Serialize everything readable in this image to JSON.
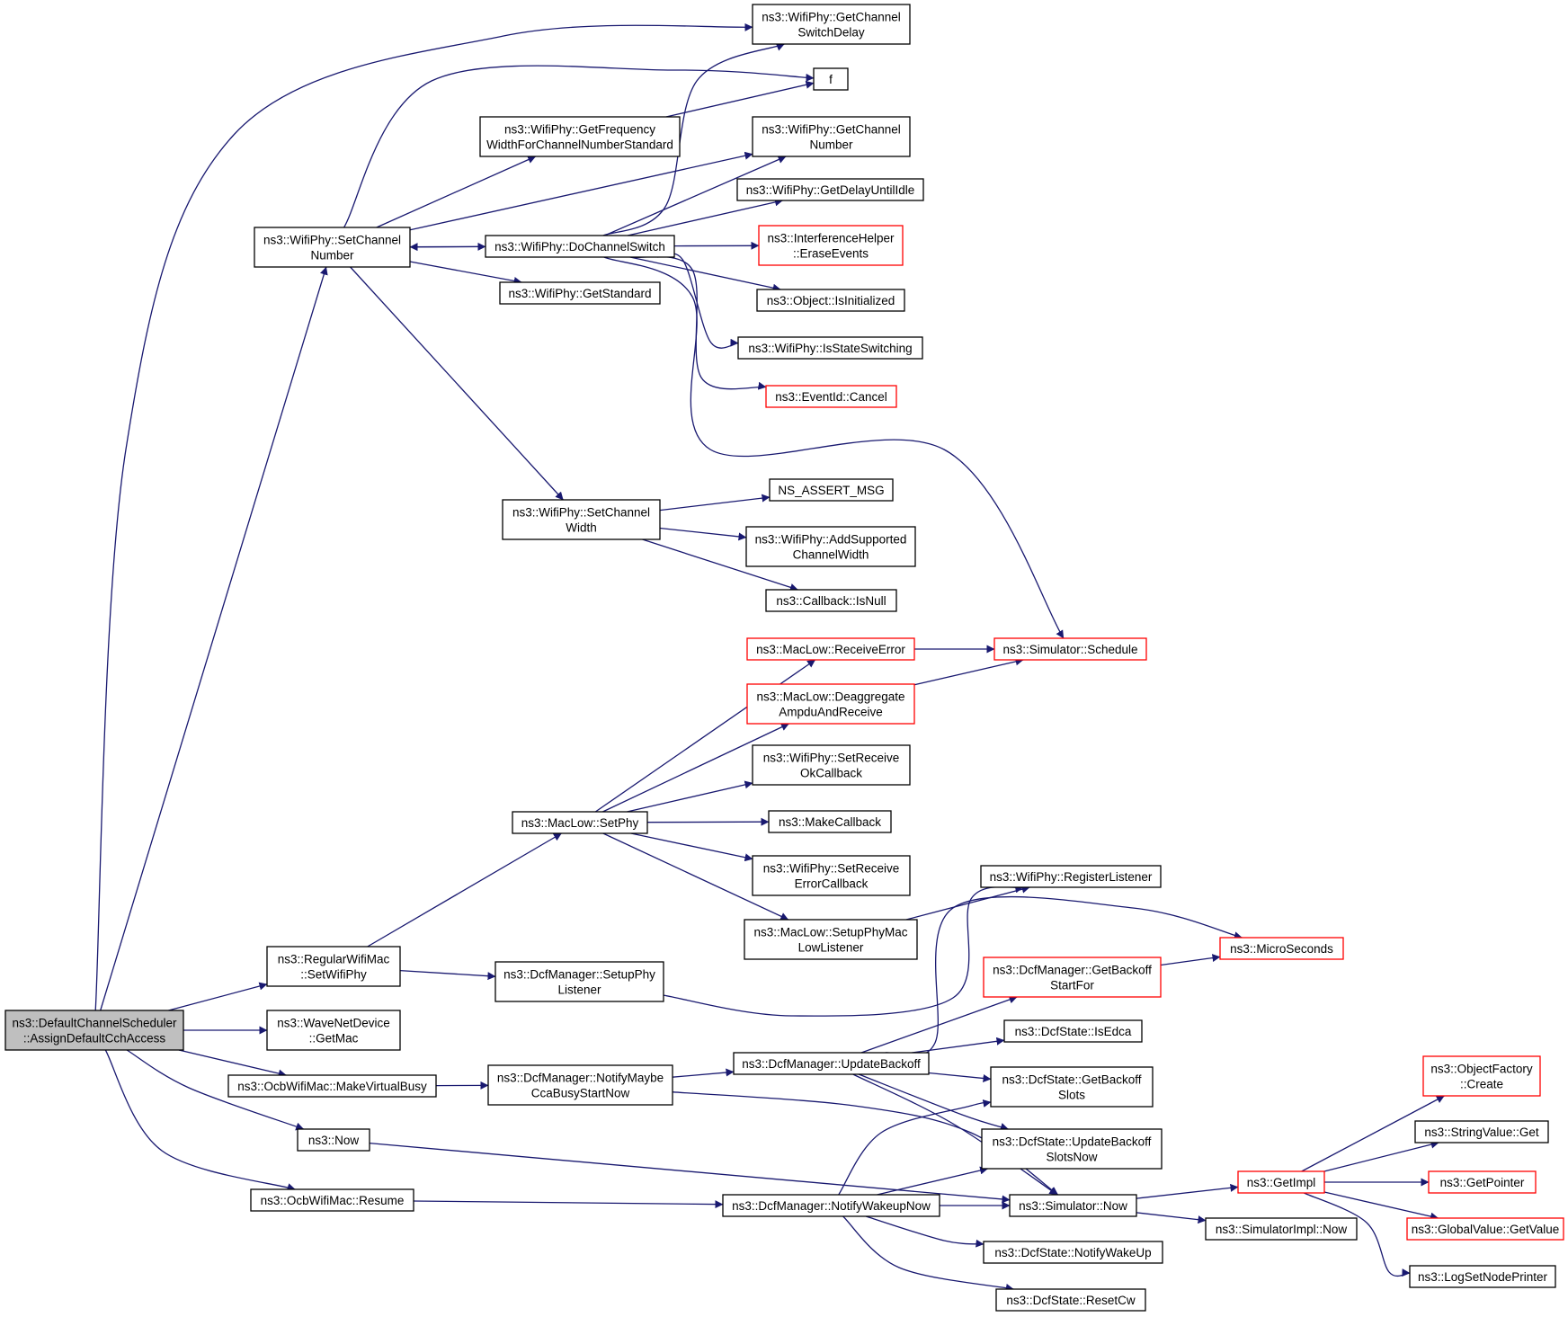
{
  "colors": {
    "edge": "#191970",
    "node_border": "#000000",
    "node_border_truncated": "#ff0000",
    "root_fill": "#bfbfbf",
    "node_fill": "#ffffff"
  },
  "nodes": [
    {
      "id": "root",
      "lines": [
        "ns3::DefaultChannelScheduler",
        "::AssignDefaultCchAccess"
      ],
      "root": true
    },
    {
      "id": "setChannelNumber",
      "lines": [
        "ns3::WifiPhy::SetChannel",
        "Number"
      ]
    },
    {
      "id": "regularSetWifiPhy",
      "lines": [
        "ns3::RegularWifiMac",
        "::SetWifiPhy"
      ]
    },
    {
      "id": "waveGetMac",
      "lines": [
        "ns3::WaveNetDevice",
        "::GetMac"
      ]
    },
    {
      "id": "makeVirtualBusy",
      "lines": [
        "ns3::OcbWifiMac::MakeVirtualBusy"
      ]
    },
    {
      "id": "now",
      "lines": [
        "ns3::Now"
      ]
    },
    {
      "id": "resume",
      "lines": [
        "ns3::OcbWifiMac::Resume"
      ]
    },
    {
      "id": "getFreqWidth",
      "lines": [
        "ns3::WifiPhy::GetFrequency",
        "WidthForChannelNumberStandard"
      ]
    },
    {
      "id": "doChannelSwitch",
      "lines": [
        "ns3::WifiPhy::DoChannelSwitch"
      ]
    },
    {
      "id": "getStandard",
      "lines": [
        "ns3::WifiPhy::GetStandard"
      ]
    },
    {
      "id": "setChannelWidth",
      "lines": [
        "ns3::WifiPhy::SetChannel",
        "Width"
      ]
    },
    {
      "id": "macSetPhy",
      "lines": [
        "ns3::MacLow::SetPhy"
      ]
    },
    {
      "id": "setupPhyListener",
      "lines": [
        "ns3::DcfManager::SetupPhy",
        "Listener"
      ]
    },
    {
      "id": "notifyMaybeCca",
      "lines": [
        "ns3::DcfManager::NotifyMaybe",
        "CcaBusyStartNow"
      ]
    },
    {
      "id": "notifyWakeupNow",
      "lines": [
        "ns3::DcfManager::NotifyWakeupNow"
      ]
    },
    {
      "id": "getChannelSwitchDelay",
      "lines": [
        "ns3::WifiPhy::GetChannel",
        "SwitchDelay"
      ]
    },
    {
      "id": "f",
      "lines": [
        "f"
      ]
    },
    {
      "id": "getChannelNumber",
      "lines": [
        "ns3::WifiPhy::GetChannel",
        "Number"
      ]
    },
    {
      "id": "getDelayUntilIdle",
      "lines": [
        "ns3::WifiPhy::GetDelayUntilIdle"
      ]
    },
    {
      "id": "eraseEvents",
      "lines": [
        "ns3::InterferenceHelper",
        "::EraseEvents"
      ],
      "truncated": true
    },
    {
      "id": "isInitialized",
      "lines": [
        "ns3::Object::IsInitialized"
      ]
    },
    {
      "id": "isStateSwitching",
      "lines": [
        "ns3::WifiPhy::IsStateSwitching"
      ]
    },
    {
      "id": "eventCancel",
      "lines": [
        "ns3::EventId::Cancel"
      ],
      "truncated": true
    },
    {
      "id": "nsAssertMsg",
      "lines": [
        "NS_ASSERT_MSG"
      ]
    },
    {
      "id": "addSupportedWidth",
      "lines": [
        "ns3::WifiPhy::AddSupported",
        "ChannelWidth"
      ]
    },
    {
      "id": "callbackIsNull",
      "lines": [
        "ns3::Callback::IsNull"
      ]
    },
    {
      "id": "receiveError",
      "lines": [
        "ns3::MacLow::ReceiveError"
      ],
      "truncated": true
    },
    {
      "id": "deaggregate",
      "lines": [
        "ns3::MacLow::Deaggregate",
        "AmpduAndReceive"
      ],
      "truncated": true
    },
    {
      "id": "setReceiveOk",
      "lines": [
        "ns3::WifiPhy::SetReceive",
        "OkCallback"
      ]
    },
    {
      "id": "makeCallback",
      "lines": [
        "ns3::MakeCallback"
      ]
    },
    {
      "id": "setReceiveError",
      "lines": [
        "ns3::WifiPhy::SetReceive",
        "ErrorCallback"
      ]
    },
    {
      "id": "setupPhyMacLow",
      "lines": [
        "ns3::MacLow::SetupPhyMac",
        "LowListener"
      ]
    },
    {
      "id": "updateBackoff",
      "lines": [
        "ns3::DcfManager::UpdateBackoff"
      ]
    },
    {
      "id": "simSchedule",
      "lines": [
        "ns3::Simulator::Schedule"
      ],
      "truncated": true
    },
    {
      "id": "registerListener",
      "lines": [
        "ns3::WifiPhy::RegisterListener"
      ]
    },
    {
      "id": "microSeconds",
      "lines": [
        "ns3::MicroSeconds"
      ],
      "truncated": true
    },
    {
      "id": "getBackoffStartFor",
      "lines": [
        "ns3::DcfManager::GetBackoff",
        "StartFor"
      ],
      "truncated": true
    },
    {
      "id": "isEdca",
      "lines": [
        "ns3::DcfState::IsEdca"
      ]
    },
    {
      "id": "getBackoffSlots",
      "lines": [
        "ns3::DcfState::GetBackoff",
        "Slots"
      ]
    },
    {
      "id": "updateBackoffSlotsNow",
      "lines": [
        "ns3::DcfState::UpdateBackoff",
        "SlotsNow"
      ]
    },
    {
      "id": "simNow",
      "lines": [
        "ns3::Simulator::Now"
      ]
    },
    {
      "id": "notifyWakeUp",
      "lines": [
        "ns3::DcfState::NotifyWakeUp"
      ]
    },
    {
      "id": "resetCw",
      "lines": [
        "ns3::DcfState::ResetCw"
      ]
    },
    {
      "id": "getImpl",
      "lines": [
        "ns3::GetImpl"
      ],
      "truncated": true
    },
    {
      "id": "simImplNow",
      "lines": [
        "ns3::SimulatorImpl::Now"
      ]
    },
    {
      "id": "objFactoryCreate",
      "lines": [
        "ns3::ObjectFactory",
        "::Create"
      ],
      "truncated": true
    },
    {
      "id": "stringValueGet",
      "lines": [
        "ns3::StringValue::Get"
      ]
    },
    {
      "id": "getPointer",
      "lines": [
        "ns3::GetPointer"
      ],
      "truncated": true
    },
    {
      "id": "globalValueGet",
      "lines": [
        "ns3::GlobalValue::GetValue"
      ],
      "truncated": true
    },
    {
      "id": "logSetNodePrinter",
      "lines": [
        "ns3::LogSetNodePrinter"
      ]
    }
  ],
  "edges": [
    [
      "root",
      "getChannelSwitchDelay"
    ],
    [
      "root",
      "setChannelNumber"
    ],
    [
      "root",
      "regularSetWifiPhy"
    ],
    [
      "root",
      "waveGetMac"
    ],
    [
      "root",
      "makeVirtualBusy"
    ],
    [
      "root",
      "now"
    ],
    [
      "root",
      "resume"
    ],
    [
      "setChannelNumber",
      "f"
    ],
    [
      "setChannelNumber",
      "getFreqWidth"
    ],
    [
      "setChannelNumber",
      "getChannelNumber"
    ],
    [
      "setChannelNumber",
      "doChannelSwitch"
    ],
    [
      "setChannelNumber",
      "getStandard"
    ],
    [
      "setChannelNumber",
      "setChannelWidth"
    ],
    [
      "doChannelSwitch",
      "setChannelNumber"
    ],
    [
      "getFreqWidth",
      "f"
    ],
    [
      "doChannelSwitch",
      "getChannelSwitchDelay"
    ],
    [
      "doChannelSwitch",
      "getChannelNumber"
    ],
    [
      "doChannelSwitch",
      "getDelayUntilIdle"
    ],
    [
      "doChannelSwitch",
      "eraseEvents"
    ],
    [
      "doChannelSwitch",
      "isInitialized"
    ],
    [
      "doChannelSwitch",
      "isStateSwitching"
    ],
    [
      "doChannelSwitch",
      "eventCancel"
    ],
    [
      "doChannelSwitch",
      "simSchedule"
    ],
    [
      "setChannelWidth",
      "nsAssertMsg"
    ],
    [
      "setChannelWidth",
      "addSupportedWidth"
    ],
    [
      "setChannelWidth",
      "callbackIsNull"
    ],
    [
      "regularSetWifiPhy",
      "macSetPhy"
    ],
    [
      "regularSetWifiPhy",
      "setupPhyListener"
    ],
    [
      "macSetPhy",
      "receiveError"
    ],
    [
      "macSetPhy",
      "deaggregate"
    ],
    [
      "macSetPhy",
      "setReceiveOk"
    ],
    [
      "macSetPhy",
      "makeCallback"
    ],
    [
      "macSetPhy",
      "setReceiveError"
    ],
    [
      "macSetPhy",
      "setupPhyMacLow"
    ],
    [
      "receiveError",
      "simSchedule"
    ],
    [
      "deaggregate",
      "simSchedule"
    ],
    [
      "setupPhyMacLow",
      "registerListener"
    ],
    [
      "setupPhyListener",
      "registerListener"
    ],
    [
      "makeVirtualBusy",
      "notifyMaybeCca"
    ],
    [
      "notifyMaybeCca",
      "updateBackoff"
    ],
    [
      "notifyMaybeCca",
      "simNow"
    ],
    [
      "updateBackoff",
      "microSeconds"
    ],
    [
      "updateBackoff",
      "getBackoffStartFor"
    ],
    [
      "updateBackoff",
      "isEdca"
    ],
    [
      "updateBackoff",
      "getBackoffSlots"
    ],
    [
      "updateBackoff",
      "updateBackoffSlotsNow"
    ],
    [
      "updateBackoff",
      "simNow"
    ],
    [
      "getBackoffStartFor",
      "microSeconds"
    ],
    [
      "now",
      "simNow"
    ],
    [
      "resume",
      "notifyWakeupNow"
    ],
    [
      "notifyWakeupNow",
      "getBackoffSlots"
    ],
    [
      "notifyWakeupNow",
      "updateBackoffSlotsNow"
    ],
    [
      "notifyWakeupNow",
      "simNow"
    ],
    [
      "notifyWakeupNow",
      "notifyWakeUp"
    ],
    [
      "notifyWakeupNow",
      "resetCw"
    ],
    [
      "simNow",
      "getImpl"
    ],
    [
      "simNow",
      "simImplNow"
    ],
    [
      "getImpl",
      "objFactoryCreate"
    ],
    [
      "getImpl",
      "stringValueGet"
    ],
    [
      "getImpl",
      "getPointer"
    ],
    [
      "getImpl",
      "globalValueGet"
    ],
    [
      "getImpl",
      "logSetNodePrinter"
    ]
  ]
}
